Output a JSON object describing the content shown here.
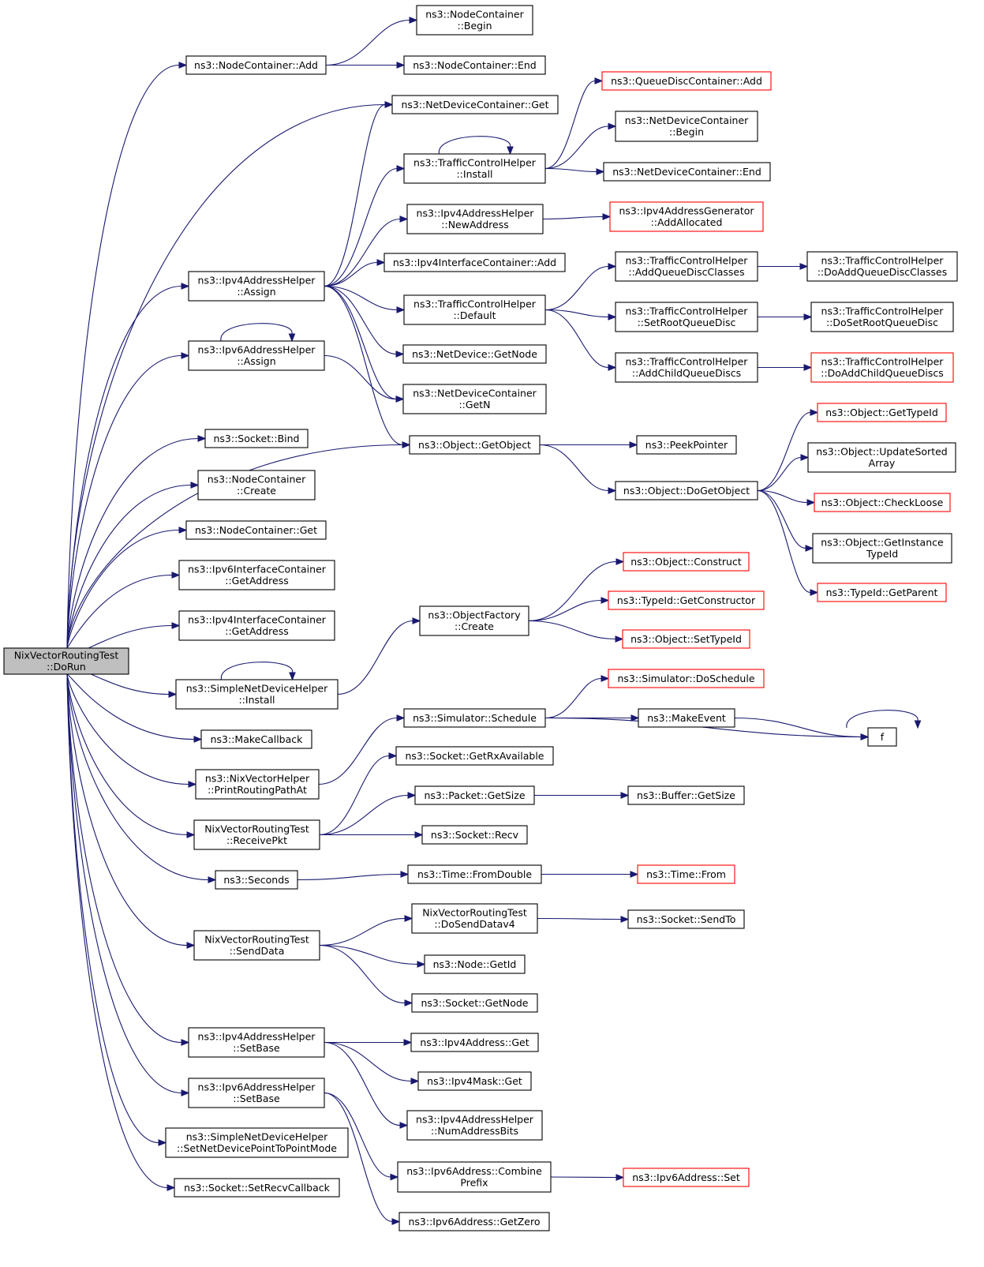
{
  "colors": {
    "edge": "#191970",
    "node_border": "#000000",
    "node_border_truncated": "#ff0000",
    "root_fill": "#bfbfbf",
    "node_fill": "#ffffff"
  },
  "nodes": [
    {
      "id": "root",
      "lines": [
        "NixVectorRoutingTest",
        "::DoRun"
      ],
      "style": "root"
    },
    {
      "id": "nc_add",
      "lines": [
        "ns3::NodeContainer::Add"
      ],
      "style": "normal"
    },
    {
      "id": "nc_begin",
      "lines": [
        "ns3::NodeContainer",
        "::Begin"
      ],
      "style": "normal"
    },
    {
      "id": "nc_end",
      "lines": [
        "ns3::NodeContainer::End"
      ],
      "style": "normal"
    },
    {
      "id": "ndc_get",
      "lines": [
        "ns3::NetDeviceContainer::Get"
      ],
      "style": "normal"
    },
    {
      "id": "qdc_add",
      "lines": [
        "ns3::QueueDiscContainer::Add"
      ],
      "style": "truncated"
    },
    {
      "id": "ndc_begin",
      "lines": [
        "ns3::NetDeviceContainer",
        "::Begin"
      ],
      "style": "normal"
    },
    {
      "id": "tch_install",
      "lines": [
        "ns3::TrafficControlHelper",
        "::Install"
      ],
      "style": "normal"
    },
    {
      "id": "ndc_end",
      "lines": [
        "ns3::NetDeviceContainer::End"
      ],
      "style": "normal"
    },
    {
      "id": "ipv4ah_newaddr",
      "lines": [
        "ns3::Ipv4AddressHelper",
        "::NewAddress"
      ],
      "style": "normal"
    },
    {
      "id": "ipv4ag_alloc",
      "lines": [
        "ns3::Ipv4AddressGenerator",
        "::AddAllocated"
      ],
      "style": "truncated"
    },
    {
      "id": "ipv4ic_add",
      "lines": [
        "ns3::Ipv4InterfaceContainer::Add"
      ],
      "style": "normal"
    },
    {
      "id": "ipv4ah_assign",
      "lines": [
        "ns3::Ipv4AddressHelper",
        "::Assign"
      ],
      "style": "normal"
    },
    {
      "id": "tch_addqdc",
      "lines": [
        "ns3::TrafficControlHelper",
        "::AddQueueDiscClasses"
      ],
      "style": "normal"
    },
    {
      "id": "tch_doaddqdc",
      "lines": [
        "ns3::TrafficControlHelper",
        "::DoAddQueueDiscClasses"
      ],
      "style": "normal"
    },
    {
      "id": "tch_default",
      "lines": [
        "ns3::TrafficControlHelper",
        "::Default"
      ],
      "style": "normal"
    },
    {
      "id": "tch_setroot",
      "lines": [
        "ns3::TrafficControlHelper",
        "::SetRootQueueDisc"
      ],
      "style": "normal"
    },
    {
      "id": "tch_dosetroot",
      "lines": [
        "ns3::TrafficControlHelper",
        "::DoSetRootQueueDisc"
      ],
      "style": "normal"
    },
    {
      "id": "ipv6ah_assign",
      "lines": [
        "ns3::Ipv6AddressHelper",
        "::Assign"
      ],
      "style": "normal"
    },
    {
      "id": "nd_getnode",
      "lines": [
        "ns3::NetDevice::GetNode"
      ],
      "style": "normal"
    },
    {
      "id": "tch_addchild",
      "lines": [
        "ns3::TrafficControlHelper",
        "::AddChildQueueDiscs"
      ],
      "style": "normal"
    },
    {
      "id": "tch_doaddchild",
      "lines": [
        "ns3::TrafficControlHelper",
        "::DoAddChildQueueDiscs"
      ],
      "style": "truncated"
    },
    {
      "id": "ndc_getn",
      "lines": [
        "ns3::NetDeviceContainer",
        "::GetN"
      ],
      "style": "normal"
    },
    {
      "id": "obj_gettypeid",
      "lines": [
        "ns3::Object::GetTypeId"
      ],
      "style": "truncated"
    },
    {
      "id": "sock_bind",
      "lines": [
        "ns3::Socket::Bind"
      ],
      "style": "normal"
    },
    {
      "id": "obj_getobject",
      "lines": [
        "ns3::Object::GetObject"
      ],
      "style": "normal"
    },
    {
      "id": "peekpointer",
      "lines": [
        "ns3::PeekPointer"
      ],
      "style": "normal"
    },
    {
      "id": "obj_update",
      "lines": [
        "ns3::Object::UpdateSorted",
        "Array"
      ],
      "style": "normal"
    },
    {
      "id": "nc_create",
      "lines": [
        "ns3::NodeContainer",
        "::Create"
      ],
      "style": "normal"
    },
    {
      "id": "obj_dogetobject",
      "lines": [
        "ns3::Object::DoGetObject"
      ],
      "style": "normal"
    },
    {
      "id": "obj_checkloose",
      "lines": [
        "ns3::Object::CheckLoose"
      ],
      "style": "truncated"
    },
    {
      "id": "nc_get",
      "lines": [
        "ns3::NodeContainer::Get"
      ],
      "style": "normal"
    },
    {
      "id": "obj_getinst",
      "lines": [
        "ns3::Object::GetInstance",
        "TypeId"
      ],
      "style": "normal"
    },
    {
      "id": "ipv6ic_getaddr",
      "lines": [
        "ns3::Ipv6InterfaceContainer",
        "::GetAddress"
      ],
      "style": "normal"
    },
    {
      "id": "obj_construct",
      "lines": [
        "ns3::Object::Construct"
      ],
      "style": "truncated"
    },
    {
      "id": "typeid_getparent",
      "lines": [
        "ns3::TypeId::GetParent"
      ],
      "style": "truncated"
    },
    {
      "id": "typeid_getctor",
      "lines": [
        "ns3::TypeId::GetConstructor"
      ],
      "style": "truncated"
    },
    {
      "id": "objf_create",
      "lines": [
        "ns3::ObjectFactory",
        "::Create"
      ],
      "style": "normal"
    },
    {
      "id": "ipv4ic_getaddr",
      "lines": [
        "ns3::Ipv4InterfaceContainer",
        "::GetAddress"
      ],
      "style": "normal"
    },
    {
      "id": "obj_settypeid",
      "lines": [
        "ns3::Object::SetTypeId"
      ],
      "style": "truncated"
    },
    {
      "id": "sndh_install",
      "lines": [
        "ns3::SimpleNetDeviceHelper",
        "::Install"
      ],
      "style": "normal"
    },
    {
      "id": "sim_doschedule",
      "lines": [
        "ns3::Simulator::DoSchedule"
      ],
      "style": "truncated"
    },
    {
      "id": "sim_schedule",
      "lines": [
        "ns3::Simulator::Schedule"
      ],
      "style": "normal"
    },
    {
      "id": "makeevent",
      "lines": [
        "ns3::MakeEvent"
      ],
      "style": "normal"
    },
    {
      "id": "makecallback",
      "lines": [
        "ns3::MakeCallback"
      ],
      "style": "normal"
    },
    {
      "id": "f",
      "lines": [
        "f"
      ],
      "style": "normal"
    },
    {
      "id": "sock_rxavail",
      "lines": [
        "ns3::Socket::GetRxAvailable"
      ],
      "style": "normal"
    },
    {
      "id": "nixh_print",
      "lines": [
        "ns3::NixVectorHelper",
        "::PrintRoutingPathAt"
      ],
      "style": "normal"
    },
    {
      "id": "pkt_getsize",
      "lines": [
        "ns3::Packet::GetSize"
      ],
      "style": "normal"
    },
    {
      "id": "buf_getsize",
      "lines": [
        "ns3::Buffer::GetSize"
      ],
      "style": "normal"
    },
    {
      "id": "nvrt_receive",
      "lines": [
        "NixVectorRoutingTest",
        "::ReceivePkt"
      ],
      "style": "normal"
    },
    {
      "id": "sock_recv",
      "lines": [
        "ns3::Socket::Recv"
      ],
      "style": "normal"
    },
    {
      "id": "time_fromdouble",
      "lines": [
        "ns3::Time::FromDouble"
      ],
      "style": "normal"
    },
    {
      "id": "seconds",
      "lines": [
        "ns3::Seconds"
      ],
      "style": "normal"
    },
    {
      "id": "time_from",
      "lines": [
        "ns3::Time::From"
      ],
      "style": "truncated"
    },
    {
      "id": "nvrt_dosend",
      "lines": [
        "NixVectorRoutingTest",
        "::DoSendDatav4"
      ],
      "style": "normal"
    },
    {
      "id": "sock_sendto",
      "lines": [
        "ns3::Socket::SendTo"
      ],
      "style": "normal"
    },
    {
      "id": "nvrt_senddata",
      "lines": [
        "NixVectorRoutingTest",
        "::SendData"
      ],
      "style": "normal"
    },
    {
      "id": "node_getid",
      "lines": [
        "ns3::Node::GetId"
      ],
      "style": "normal"
    },
    {
      "id": "sock_getnode",
      "lines": [
        "ns3::Socket::GetNode"
      ],
      "style": "normal"
    },
    {
      "id": "ipv4ah_setbase",
      "lines": [
        "ns3::Ipv4AddressHelper",
        "::SetBase"
      ],
      "style": "normal"
    },
    {
      "id": "ipv4a_get",
      "lines": [
        "ns3::Ipv4Address::Get"
      ],
      "style": "normal"
    },
    {
      "id": "ipv4m_get",
      "lines": [
        "ns3::Ipv4Mask::Get"
      ],
      "style": "normal"
    },
    {
      "id": "ipv6ah_setbase",
      "lines": [
        "ns3::Ipv6AddressHelper",
        "::SetBase"
      ],
      "style": "normal"
    },
    {
      "id": "ipv4ah_numbits",
      "lines": [
        "ns3::Ipv4AddressHelper",
        "::NumAddressBits"
      ],
      "style": "normal"
    },
    {
      "id": "sndh_setp2p",
      "lines": [
        "ns3::SimpleNetDeviceHelper",
        "::SetNetDevicePointToPointMode"
      ],
      "style": "normal"
    },
    {
      "id": "ipv6a_combine",
      "lines": [
        "ns3::Ipv6Address::Combine",
        "Prefix"
      ],
      "style": "normal"
    },
    {
      "id": "ipv6a_set",
      "lines": [
        "ns3::Ipv6Address::Set"
      ],
      "style": "truncated"
    },
    {
      "id": "sock_setrecv",
      "lines": [
        "ns3::Socket::SetRecvCallback"
      ],
      "style": "normal"
    },
    {
      "id": "ipv6a_getzero",
      "lines": [
        "ns3::Ipv6Address::GetZero"
      ],
      "style": "normal"
    }
  ],
  "edges": [
    [
      "root",
      "nc_add"
    ],
    [
      "root",
      "ndc_get"
    ],
    [
      "root",
      "ipv4ah_assign"
    ],
    [
      "root",
      "ipv6ah_assign"
    ],
    [
      "root",
      "obj_getobject"
    ],
    [
      "root",
      "sock_bind"
    ],
    [
      "root",
      "nc_create"
    ],
    [
      "root",
      "nc_get"
    ],
    [
      "root",
      "ipv6ic_getaddr"
    ],
    [
      "root",
      "ipv4ic_getaddr"
    ],
    [
      "root",
      "sndh_install"
    ],
    [
      "root",
      "makecallback"
    ],
    [
      "root",
      "nixh_print"
    ],
    [
      "root",
      "nvrt_receive"
    ],
    [
      "root",
      "seconds"
    ],
    [
      "root",
      "nvrt_senddata"
    ],
    [
      "root",
      "ipv4ah_setbase"
    ],
    [
      "root",
      "ipv6ah_setbase"
    ],
    [
      "root",
      "sndh_setp2p"
    ],
    [
      "root",
      "sock_setrecv"
    ],
    [
      "nc_add",
      "nc_begin"
    ],
    [
      "nc_add",
      "nc_end"
    ],
    [
      "ipv4ah_assign",
      "ndc_get"
    ],
    [
      "ipv4ah_assign",
      "tch_install"
    ],
    [
      "ipv4ah_assign",
      "ipv4ah_newaddr"
    ],
    [
      "ipv4ah_assign",
      "ipv4ic_add"
    ],
    [
      "ipv4ah_assign",
      "tch_default"
    ],
    [
      "ipv4ah_assign",
      "nd_getnode"
    ],
    [
      "ipv4ah_assign",
      "ndc_getn"
    ],
    [
      "ipv4ah_assign",
      "obj_getobject"
    ],
    [
      "tch_install",
      "tch_install"
    ],
    [
      "tch_install",
      "qdc_add"
    ],
    [
      "tch_install",
      "ndc_begin"
    ],
    [
      "tch_install",
      "ndc_end"
    ],
    [
      "ipv4ah_newaddr",
      "ipv4ag_alloc"
    ],
    [
      "tch_default",
      "tch_addqdc"
    ],
    [
      "tch_default",
      "tch_setroot"
    ],
    [
      "tch_default",
      "tch_addchild"
    ],
    [
      "tch_addqdc",
      "tch_doaddqdc"
    ],
    [
      "tch_setroot",
      "tch_dosetroot"
    ],
    [
      "tch_addchild",
      "tch_doaddchild"
    ],
    [
      "ipv6ah_assign",
      "ipv6ah_assign"
    ],
    [
      "ipv6ah_assign",
      "ndc_getn"
    ],
    [
      "obj_getobject",
      "peekpointer"
    ],
    [
      "obj_getobject",
      "obj_dogetobject"
    ],
    [
      "obj_dogetobject",
      "obj_gettypeid"
    ],
    [
      "obj_dogetobject",
      "obj_update"
    ],
    [
      "obj_dogetobject",
      "obj_checkloose"
    ],
    [
      "obj_dogetobject",
      "obj_getinst"
    ],
    [
      "obj_dogetobject",
      "typeid_getparent"
    ],
    [
      "sndh_install",
      "sndh_install"
    ],
    [
      "sndh_install",
      "objf_create"
    ],
    [
      "objf_create",
      "obj_construct"
    ],
    [
      "objf_create",
      "typeid_getctor"
    ],
    [
      "objf_create",
      "obj_settypeid"
    ],
    [
      "nixh_print",
      "sim_schedule"
    ],
    [
      "sim_schedule",
      "sim_doschedule"
    ],
    [
      "sim_schedule",
      "makeevent"
    ],
    [
      "sim_schedule",
      "f"
    ],
    [
      "makeevent",
      "f"
    ],
    [
      "f",
      "f"
    ],
    [
      "nvrt_receive",
      "sock_rxavail"
    ],
    [
      "nvrt_receive",
      "pkt_getsize"
    ],
    [
      "nvrt_receive",
      "sock_recv"
    ],
    [
      "pkt_getsize",
      "buf_getsize"
    ],
    [
      "seconds",
      "time_fromdouble"
    ],
    [
      "time_fromdouble",
      "time_from"
    ],
    [
      "nvrt_senddata",
      "nvrt_dosend"
    ],
    [
      "nvrt_senddata",
      "node_getid"
    ],
    [
      "nvrt_senddata",
      "sock_getnode"
    ],
    [
      "nvrt_dosend",
      "sock_sendto"
    ],
    [
      "ipv4ah_setbase",
      "ipv4a_get"
    ],
    [
      "ipv4ah_setbase",
      "ipv4m_get"
    ],
    [
      "ipv4ah_setbase",
      "ipv4ah_numbits"
    ],
    [
      "ipv6ah_setbase",
      "ipv6a_combine"
    ],
    [
      "ipv6ah_setbase",
      "ipv6a_getzero"
    ],
    [
      "ipv6a_combine",
      "ipv6a_set"
    ]
  ]
}
